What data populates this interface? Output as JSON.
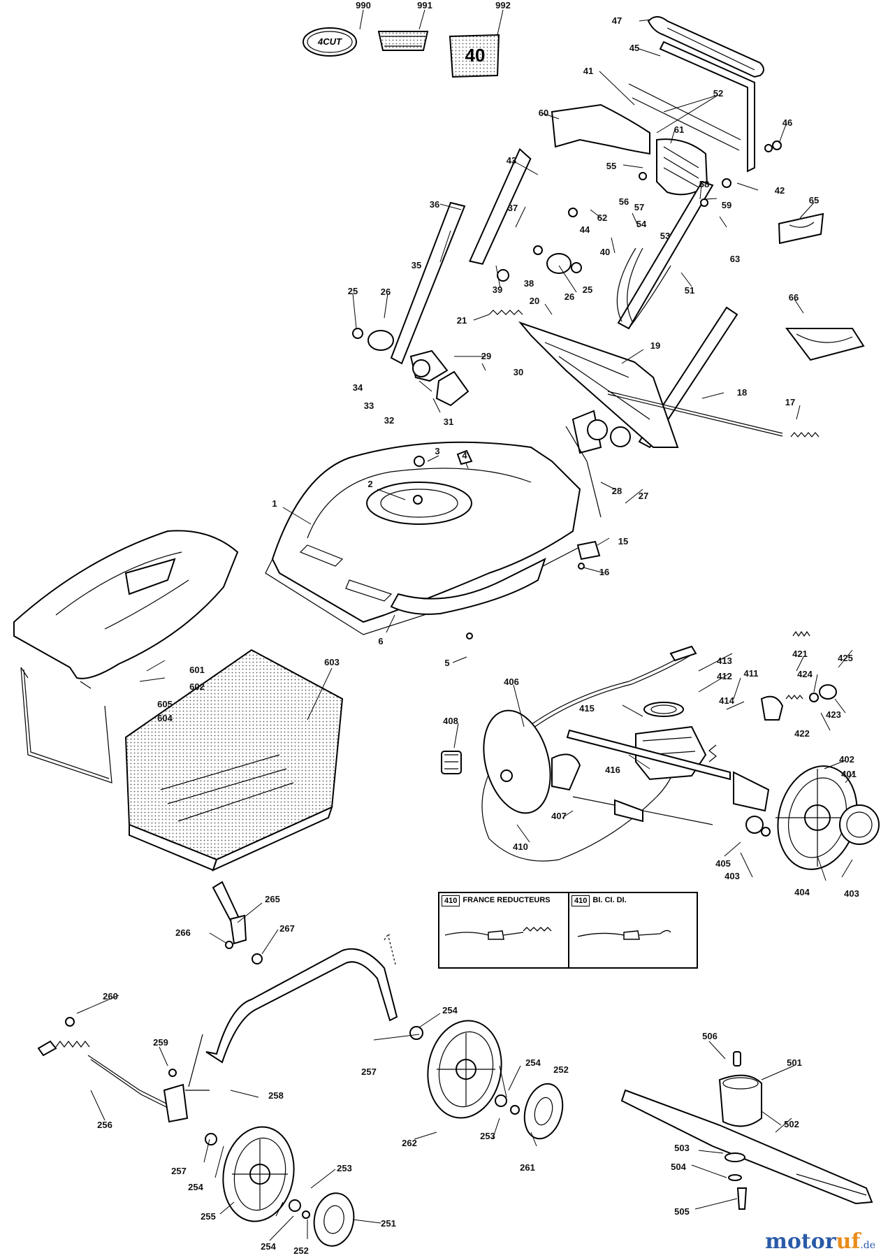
{
  "labels": {
    "l990": "990",
    "l991": "991",
    "l992": "992",
    "l47": "47",
    "l45": "45",
    "l41": "41",
    "l52": "52",
    "l46": "46",
    "l60": "60",
    "l61": "61",
    "l43": "43",
    "l55": "55",
    "l42": "42",
    "l58": "58",
    "l56": "56",
    "l57": "57",
    "l59": "59",
    "l65": "65",
    "l36": "36",
    "l62": "62",
    "l54": "54",
    "l37": "37",
    "l44": "44",
    "l53": "53",
    "l63": "63",
    "l35": "35",
    "l40": "40",
    "l38": "38",
    "l51": "51",
    "l39": "39",
    "l25a": "25",
    "l26a": "26",
    "l25b": "25",
    "l26b": "26",
    "l20": "20",
    "l66": "66",
    "l21": "21",
    "l19": "19",
    "l29": "29",
    "l30": "30",
    "l18": "18",
    "l34": "34",
    "l33": "33",
    "l17": "17",
    "l32": "32",
    "l31": "31",
    "l3": "3",
    "l4": "4",
    "l2": "2",
    "l28": "28",
    "l27": "27",
    "l1": "1",
    "l15": "15",
    "l16": "16",
    "l601": "601",
    "l602": "602",
    "l603": "603",
    "l6": "6",
    "l5": "5",
    "l605": "605",
    "l604": "604",
    "l413": "413",
    "l411": "411",
    "l412": "412",
    "l421": "421",
    "l425": "425",
    "l406": "406",
    "l424": "424",
    "l415": "415",
    "l414": "414",
    "l423": "423",
    "l408": "408",
    "l422": "422",
    "l416": "416",
    "l402": "402",
    "l401": "401",
    "l407": "407",
    "l410": "410",
    "l405": "405",
    "l403a": "403",
    "l404": "404",
    "l403b": "403",
    "l265": "265",
    "l266": "266",
    "l267": "267",
    "l260": "260",
    "l254a": "254",
    "l259": "259",
    "l257a": "257",
    "l258": "258",
    "l254b": "254",
    "l252a": "252",
    "l506": "506",
    "l501": "501",
    "l256": "256",
    "l262": "262",
    "l253a": "253",
    "l502": "502",
    "l261": "261",
    "l257b": "257",
    "l254c": "254",
    "l253b": "253",
    "l503": "503",
    "l504": "504",
    "l255": "255",
    "l254d": "254",
    "l252b": "252",
    "l251": "251",
    "l505": "505"
  },
  "decal_40": "40",
  "decal_4cut": "4CUT",
  "variants": {
    "left_num": "410",
    "left_title": "FRANCE REDUCTEURS",
    "right_num": "410",
    "right_title": "BI. CI. DI."
  },
  "brand": {
    "name_main": "motor",
    "name_accent": "uf",
    "domain": ".de"
  }
}
